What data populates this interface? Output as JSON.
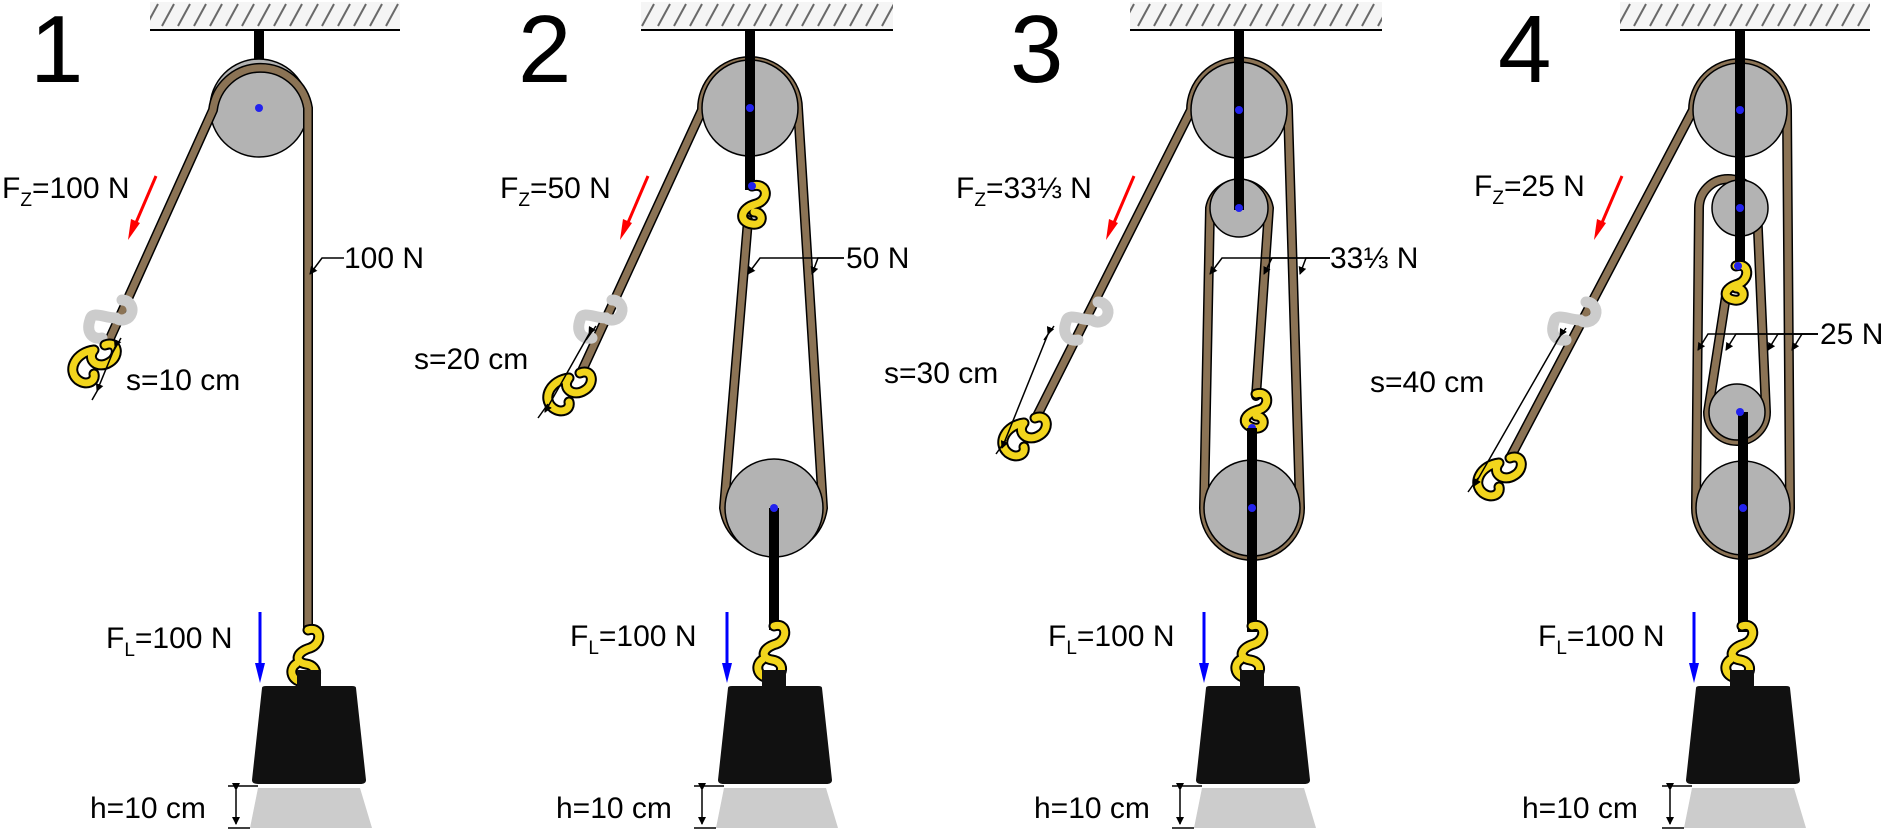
{
  "colors": {
    "rope": "#8B7355",
    "pulley": "#B3B3B3",
    "hook": "#F2D51C",
    "weight": "#111111",
    "ghost": "#CCCCCC",
    "pull_arrow": "#FF0000",
    "load_arrow": "#0000FF",
    "axle": "#2222EE"
  },
  "panels": [
    {
      "number": "1",
      "pull_force": {
        "symbol": "F",
        "subscript": "Z",
        "value": "=100 N"
      },
      "load_force": {
        "symbol": "F",
        "subscript": "L",
        "value": "=100 N"
      },
      "rope_tension": "100 N",
      "pull_distance": "s=10 cm",
      "lift_height": "h=10 cm"
    },
    {
      "number": "2",
      "pull_force": {
        "symbol": "F",
        "subscript": "Z",
        "value": "=50 N"
      },
      "load_force": {
        "symbol": "F",
        "subscript": "L",
        "value": "=100 N"
      },
      "rope_tension": "50 N",
      "pull_distance": "s=20 cm",
      "lift_height": "h=10 cm"
    },
    {
      "number": "3",
      "pull_force": {
        "symbol": "F",
        "subscript": "Z",
        "value": "=33⅓ N"
      },
      "load_force": {
        "symbol": "F",
        "subscript": "L",
        "value": "=100 N"
      },
      "rope_tension": "33⅓ N",
      "pull_distance": "s=30 cm",
      "lift_height": "h=10 cm"
    },
    {
      "number": "4",
      "pull_force": {
        "symbol": "F",
        "subscript": "Z",
        "value": "=25 N"
      },
      "load_force": {
        "symbol": "F",
        "subscript": "L",
        "value": "=100 N"
      },
      "rope_tension": "25 N",
      "pull_distance": "s=40 cm",
      "lift_height": "h=10 cm"
    }
  ]
}
